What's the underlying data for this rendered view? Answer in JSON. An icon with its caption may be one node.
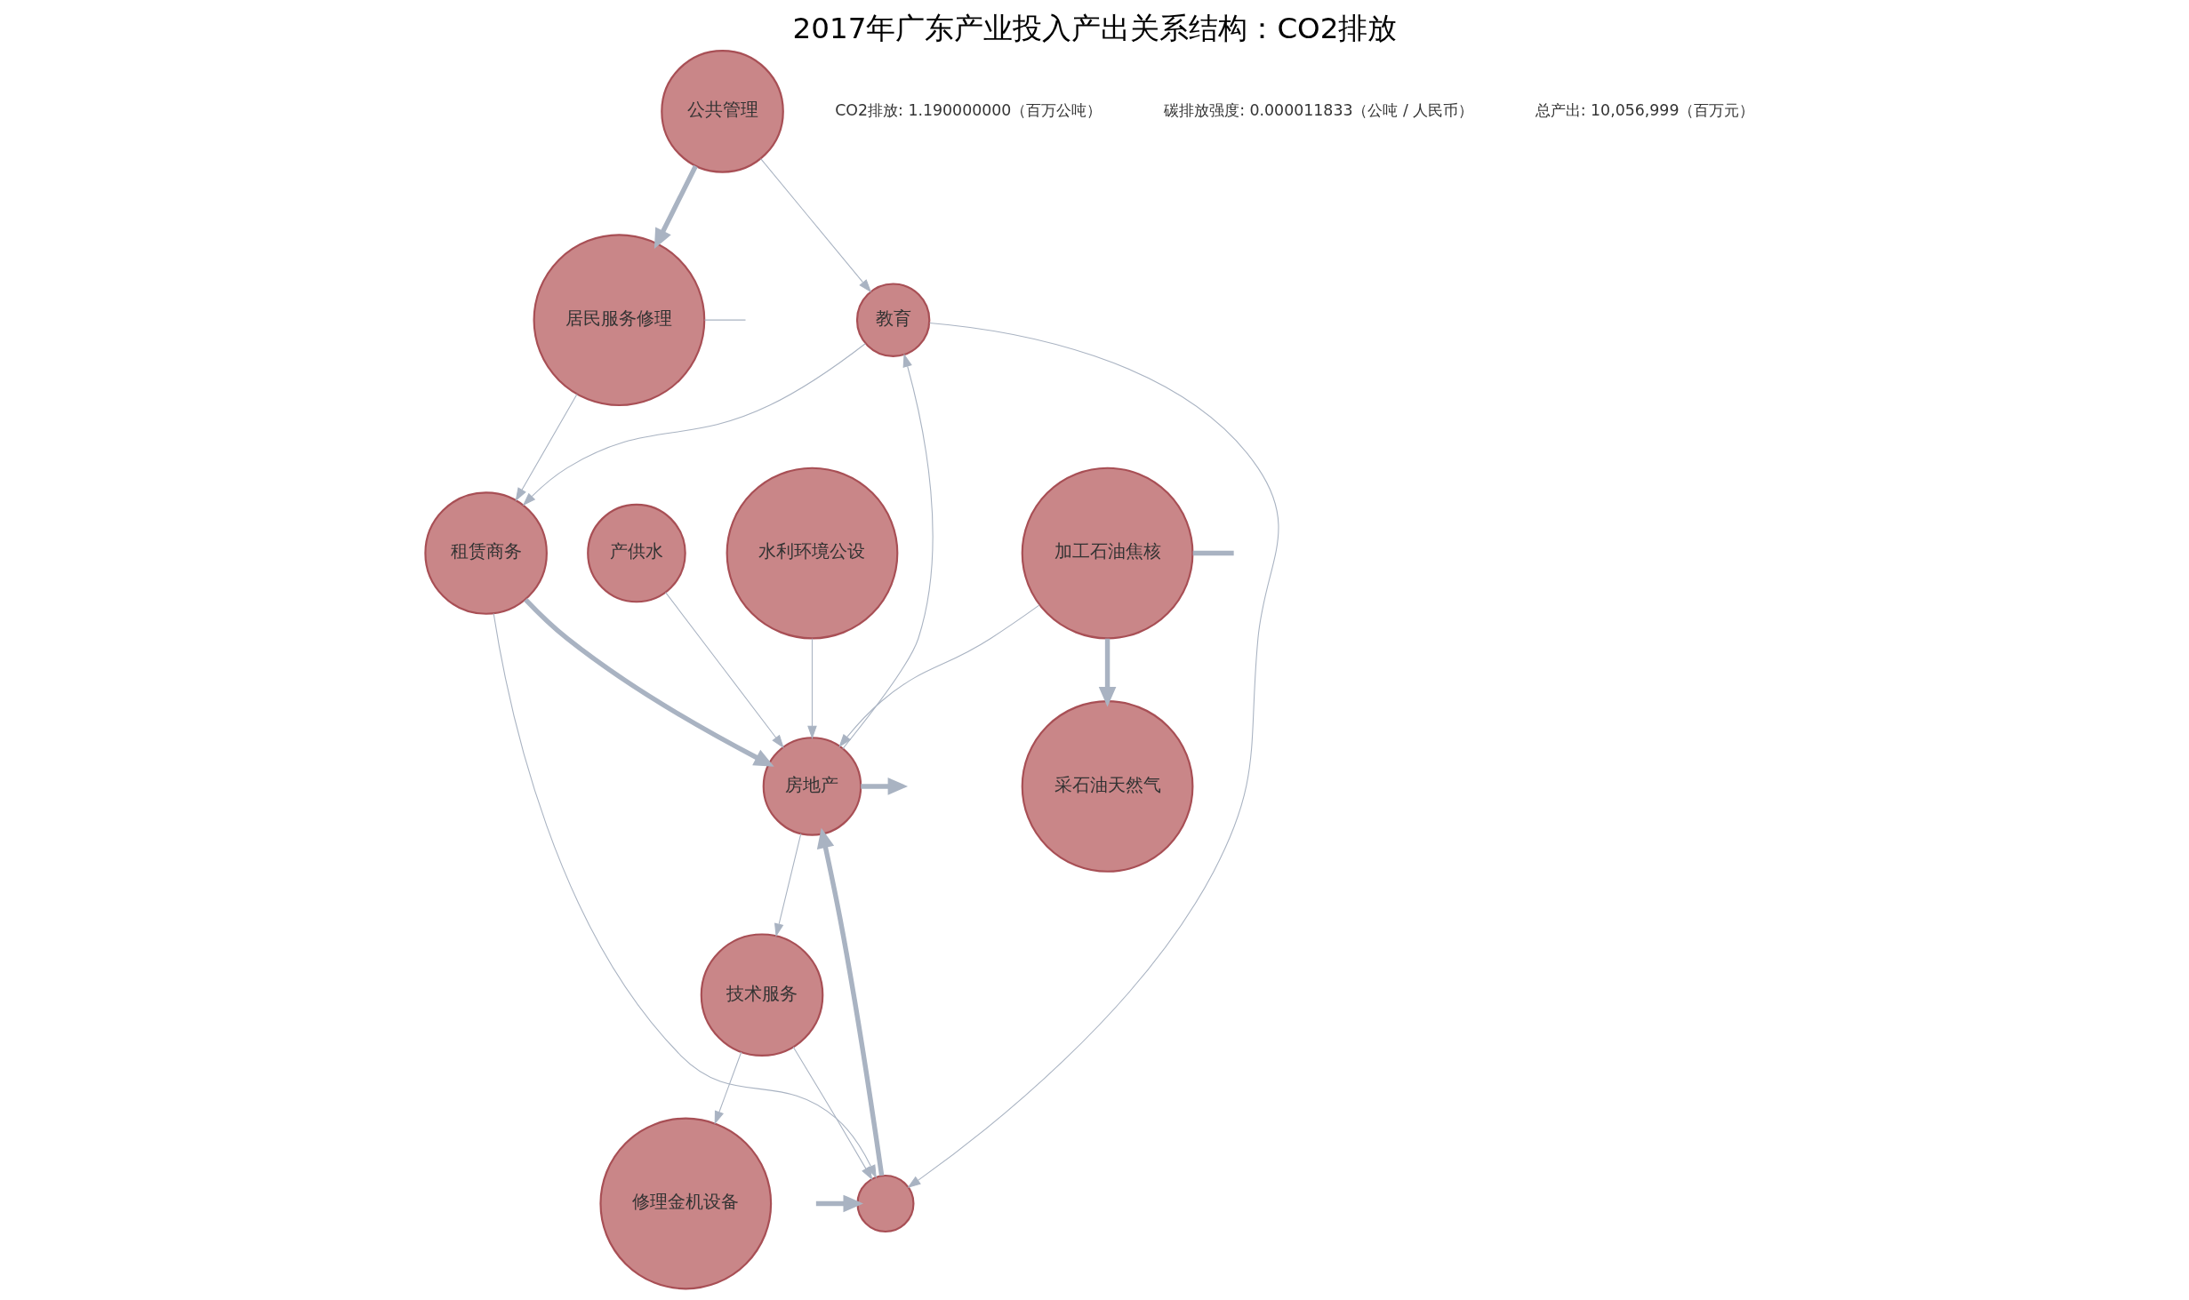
{
  "diagram": {
    "title": "2017年广东产业投入产出关系结构：CO2排放",
    "nodes": [
      {
        "text": [
          "公共管理"
        ]
      },
      {
        "text": [
          "产供水"
        ]
      },
      {
        "text": [
          "水利环境公设"
        ]
      },
      {
        "text": [
          "教育"
        ]
      },
      {
        "text": [
          "修理金机设备"
        ]
      },
      {
        "text": [
          "居民服务修理"
        ]
      },
      {
        "text": [
          "房地产"
        ]
      },
      {
        "text": [
          "采石油天然气"
        ]
      },
      {
        "text": [
          "加工石油焦核"
        ]
      },
      {
        "text": [
          "技术服务"
        ]
      },
      {
        "text": [
          "租赁商务"
        ]
      },
      {
        "text": [],
        "shape": "circle"
      }
    ],
    "edges": [
      {
        "from": 0,
        "to": 5,
        "arrow": "to",
        "style": "thick"
      },
      {
        "from": 0,
        "to": 3,
        "arrow": "to"
      },
      {
        "from": 1,
        "to": 6,
        "arrow": "to"
      },
      {
        "from": 2,
        "to": 6,
        "arrow": "to"
      },
      {
        "from": 9,
        "to": 4,
        "arrow": "to"
      },
      {
        "from": 8,
        "to": 7,
        "arrow": "to",
        "style": "thick"
      },
      {
        "from": 6,
        "to": 3,
        "arrow": "to"
      },
      {
        "from": 3,
        "to": 10,
        "arrow": "to"
      },
      {
        "from": 3,
        "to": 11,
        "arrow": "to"
      },
      {
        "from": 5,
        "to": 10,
        "arrow": "to"
      },
      {
        "from": 8,
        "to": 6,
        "arrow": "to"
      },
      {
        "from": 6,
        "to": 9,
        "arrow": "to"
      },
      {
        "from": 10,
        "to": 6,
        "arrow": "to",
        "style": "thick"
      },
      {
        "from": 11,
        "to": 6,
        "arrow": "to",
        "style": "thick"
      },
      {
        "from": 9,
        "to": 11,
        "arrow": "to"
      },
      {
        "from": 10,
        "to": 11,
        "arrow": "to"
      },
      {
        "from": 6,
        "to": null,
        "arrow": "to",
        "style": "thick"
      },
      {
        "from": 5,
        "to": null,
        "arrow": "none"
      },
      {
        "from": 8,
        "to": null,
        "arrow": "none",
        "style": "thick"
      },
      {
        "from": null,
        "to": 11,
        "arrow": "to",
        "style": "thick"
      }
    ],
    "labels": [
      "CO2排放: 1.190000000（百万公吨）",
      "碳排放强度: 0.000011833（公吨 / 人民币）",
      "总产出: 10,056,999（百万元）"
    ]
  }
}
